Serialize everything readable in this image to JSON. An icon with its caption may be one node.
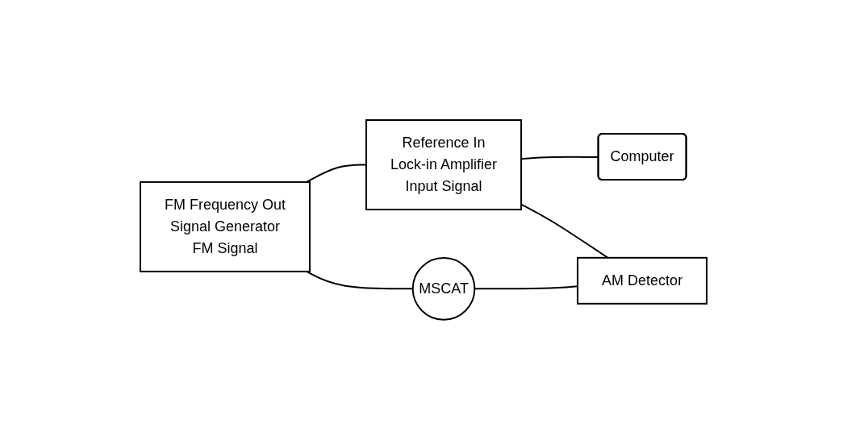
{
  "diagram": {
    "nodes": [
      {
        "text": [
          "FM Frequency Out",
          "Signal Generator",
          "FM Signal"
        ]
      },
      {
        "text": [
          "Reference In",
          "Lock-in Amplifier",
          "Input Signal"
        ]
      },
      {
        "text": [
          "Computer"
        ]
      },
      {
        "text": [
          "MSCAT"
        ]
      },
      {
        "text": [
          "AM Detector"
        ]
      }
    ],
    "edges": [
      {
        "from": 0,
        "to": 1,
        "arrow": "none"
      },
      {
        "from": 1,
        "to": 2,
        "arrow": "none"
      },
      {
        "from": 0,
        "to": 3,
        "arrow": "none"
      },
      {
        "from": 1,
        "to": 4,
        "arrow": "none"
      },
      {
        "from": 3,
        "to": 4,
        "arrow": "none"
      }
    ]
  }
}
